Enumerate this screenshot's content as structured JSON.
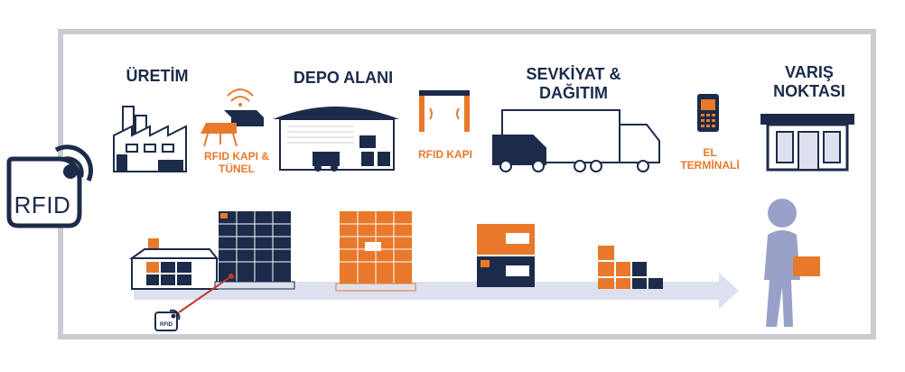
{
  "stages": {
    "uretim": "ÜRETİM",
    "depo": "DEPO ALANI",
    "sevkiyat_1": "SEVKİYAT &",
    "sevkiyat_2": "DAĞITIM",
    "varis_1": "VARIŞ",
    "varis_2": "NOKTASI"
  },
  "checkpoints": {
    "kapi_tunel_1": "RFID KAPI &",
    "kapi_tunel_2": "TÜNEL",
    "kapi": "RFID KAPI",
    "el_1": "EL",
    "el_2": "TERMİNALİ"
  },
  "badge": {
    "big": "RFID",
    "small": "RFID"
  },
  "colors": {
    "navy": "#1c2b4a",
    "orange": "#e8792b",
    "frame": "#c9ccd1",
    "flow": "#dde1ef",
    "person": "#9aa1c8"
  }
}
